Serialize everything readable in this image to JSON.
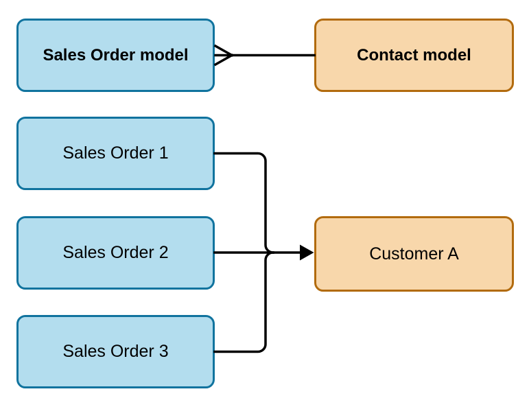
{
  "colors": {
    "background": "#ffffff",
    "blue_fill": "#b3ddee",
    "blue_stroke": "#10739e",
    "orange_fill": "#f8d7ab",
    "orange_stroke": "#b26b0e",
    "connector": "#000000",
    "text": "#000000"
  },
  "nodes": {
    "sales_order_model": {
      "label": "Sales Order model",
      "style": "blue",
      "emphasis": "bold"
    },
    "contact_model": {
      "label": "Contact model",
      "style": "orange",
      "emphasis": "bold"
    },
    "sales_order_1": {
      "label": "Sales Order 1",
      "style": "blue",
      "emphasis": "regular"
    },
    "sales_order_2": {
      "label": "Sales Order 2",
      "style": "blue",
      "emphasis": "regular"
    },
    "sales_order_3": {
      "label": "Sales Order 3",
      "style": "blue",
      "emphasis": "regular"
    },
    "customer_a": {
      "label": "Customer A",
      "style": "orange",
      "emphasis": "regular"
    }
  },
  "edges": [
    {
      "from": "Sales Order model",
      "to": "Contact model",
      "marker_at_from": "crows-foot-many",
      "marker_at_to": "none"
    },
    {
      "from": "Sales Order 1",
      "to": "Customer A",
      "marker_at_to": "arrow"
    },
    {
      "from": "Sales Order 2",
      "to": "Customer A",
      "marker_at_to": "arrow"
    },
    {
      "from": "Sales Order 3",
      "to": "Customer A",
      "marker_at_to": "arrow"
    }
  ]
}
